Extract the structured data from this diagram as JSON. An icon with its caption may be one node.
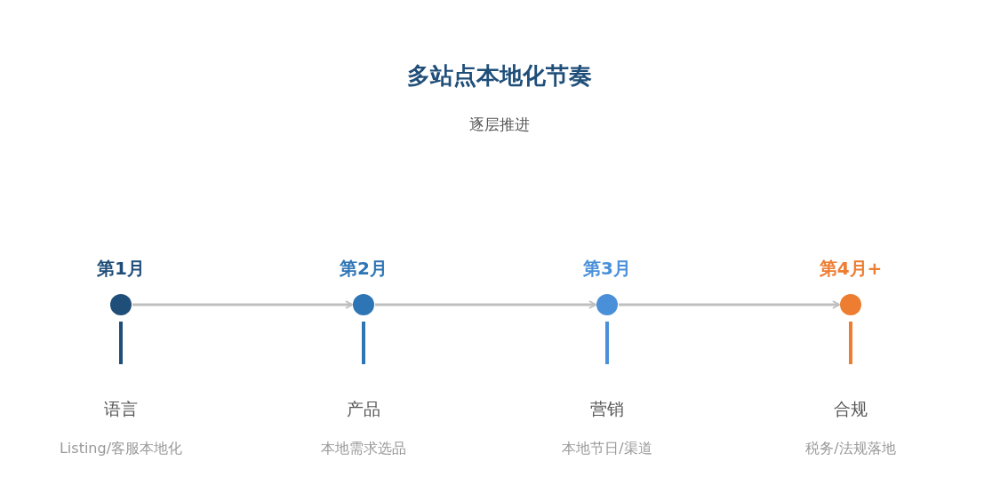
{
  "diagram": {
    "title": "多站点本地化节奏",
    "caption": "逐层推进",
    "nodes": [
      {
        "text": [],
        "shape": "circle",
        "beside": [
          "第1月",
          "语言",
          "Listing/客服本地化"
        ]
      },
      {
        "text": [],
        "shape": "circle",
        "beside": [
          "第2月",
          "产品",
          "本地需求选品"
        ]
      },
      {
        "text": [],
        "shape": "circle",
        "beside": [
          "第3月",
          "营销",
          "本地节日/渠道"
        ]
      },
      {
        "text": [],
        "shape": "circle",
        "beside": [
          "第4月+",
          "合规",
          "税务/法规落地"
        ]
      }
    ],
    "edges": [
      {
        "from": 0,
        "to": 1,
        "arrow": "to"
      },
      {
        "from": 1,
        "to": 2,
        "arrow": "to"
      },
      {
        "from": 2,
        "to": 3,
        "arrow": "to"
      }
    ]
  }
}
